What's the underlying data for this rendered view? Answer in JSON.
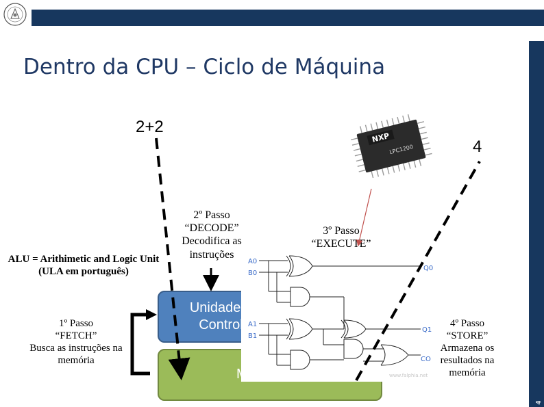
{
  "header": {
    "title": "Dentro da CPU – Ciclo de Máquina",
    "page_number": "4"
  },
  "diagram": {
    "input_expression": "2+2",
    "output_result": "4",
    "alu_note": "ALU = Arithimetic and Logic Unit (ULA em português)",
    "steps": {
      "fetch": {
        "label": "1º Passo",
        "name": "“FETCH”",
        "desc": "Busca as instruções na memória"
      },
      "decode": {
        "label": "2º Passo",
        "name": "“DECODE”",
        "desc": "Decodifica as instruções"
      },
      "execute": {
        "label": "3º Passo",
        "name": "“EXECUTE”"
      },
      "store": {
        "label": "4º Passo",
        "name": "“STORE”",
        "desc": "Armazena os resultados na memória"
      }
    },
    "control_unit_label": "Unidade de Controle",
    "memory_label": "M",
    "chip": {
      "brand": "NXP",
      "model": "LPC1200"
    },
    "circuit_labels": {
      "a0": "A0",
      "b0": "B0",
      "a1": "A1",
      "b1": "B1",
      "q0": "Q0",
      "q1": "Q1",
      "co": "CO",
      "watermark": "www.falphia.net"
    }
  },
  "colors": {
    "header_bar": "#17375e",
    "title": "#1f3864",
    "control_unit": "#4f81bd",
    "memory": "#9bbb59",
    "circuit_label": "#3a6bc8"
  }
}
